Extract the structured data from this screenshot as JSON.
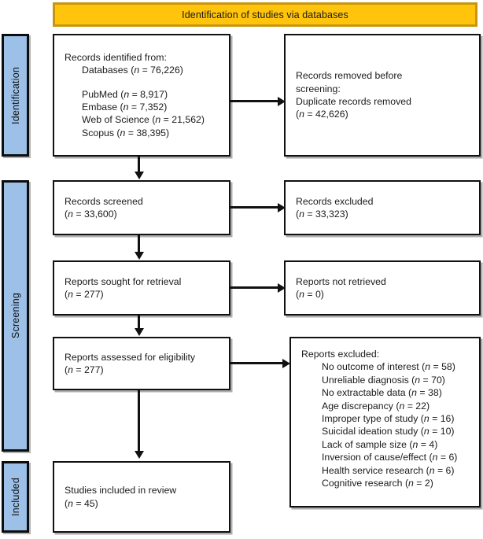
{
  "banner": {
    "title": "Identification of studies via databases"
  },
  "phases": [
    {
      "key": "identification",
      "label": "Identification"
    },
    {
      "key": "screening",
      "label": "Screening"
    },
    {
      "key": "included",
      "label": "Included"
    }
  ],
  "boxes": {
    "identified": {
      "heading": "Records identified from:",
      "database_line": "Databases (n = 76,226)",
      "sources": [
        "PubMed (n = 8,917)",
        "Embase (n = 7,352)",
        "Web of Science (n = 21,562)",
        "Scopus (n = 38,395)"
      ]
    },
    "removed": {
      "line1": "Records removed before",
      "line2": "screening:",
      "line3": "Duplicate records removed",
      "line4": "(n = 42,626)"
    },
    "screened": {
      "line1": "Records screened",
      "line2": "(n = 33,600)"
    },
    "excluded_screening": {
      "line1": "Records excluded",
      "line2": "(n = 33,323)"
    },
    "sought": {
      "line1": "Reports sought for retrieval",
      "line2": "(n = 277)"
    },
    "not_retrieved": {
      "line1": "Reports not retrieved",
      "line2": "(n = 0)"
    },
    "assessed": {
      "line1": "Reports assessed for eligibility",
      "line2": "(n = 277)"
    },
    "excluded_reports": {
      "heading": "Reports excluded:",
      "reasons": [
        "No outcome of interest (n = 58)",
        "Unreliable diagnosis (n = 70)",
        "No extractable data (n = 38)",
        "Age discrepancy (n = 22)",
        "Improper type of study (n = 16)",
        "Suicidal ideation study (n = 10)",
        "Lack of sample size (n = 4)",
        "Inversion of cause/effect (n = 6)",
        "Health service research (n = 6)",
        "Cognitive research (n = 2)"
      ]
    },
    "included": {
      "line1": "Studies included in review",
      "line2": "(n = 45)"
    }
  },
  "colors": {
    "banner_fill": "#FFC40B",
    "banner_border": "#C8960C",
    "phase_fill": "#9CC0E8",
    "box_border": "#111111",
    "box_fill": "#FFFFFF",
    "text": "#1A1A1A"
  }
}
